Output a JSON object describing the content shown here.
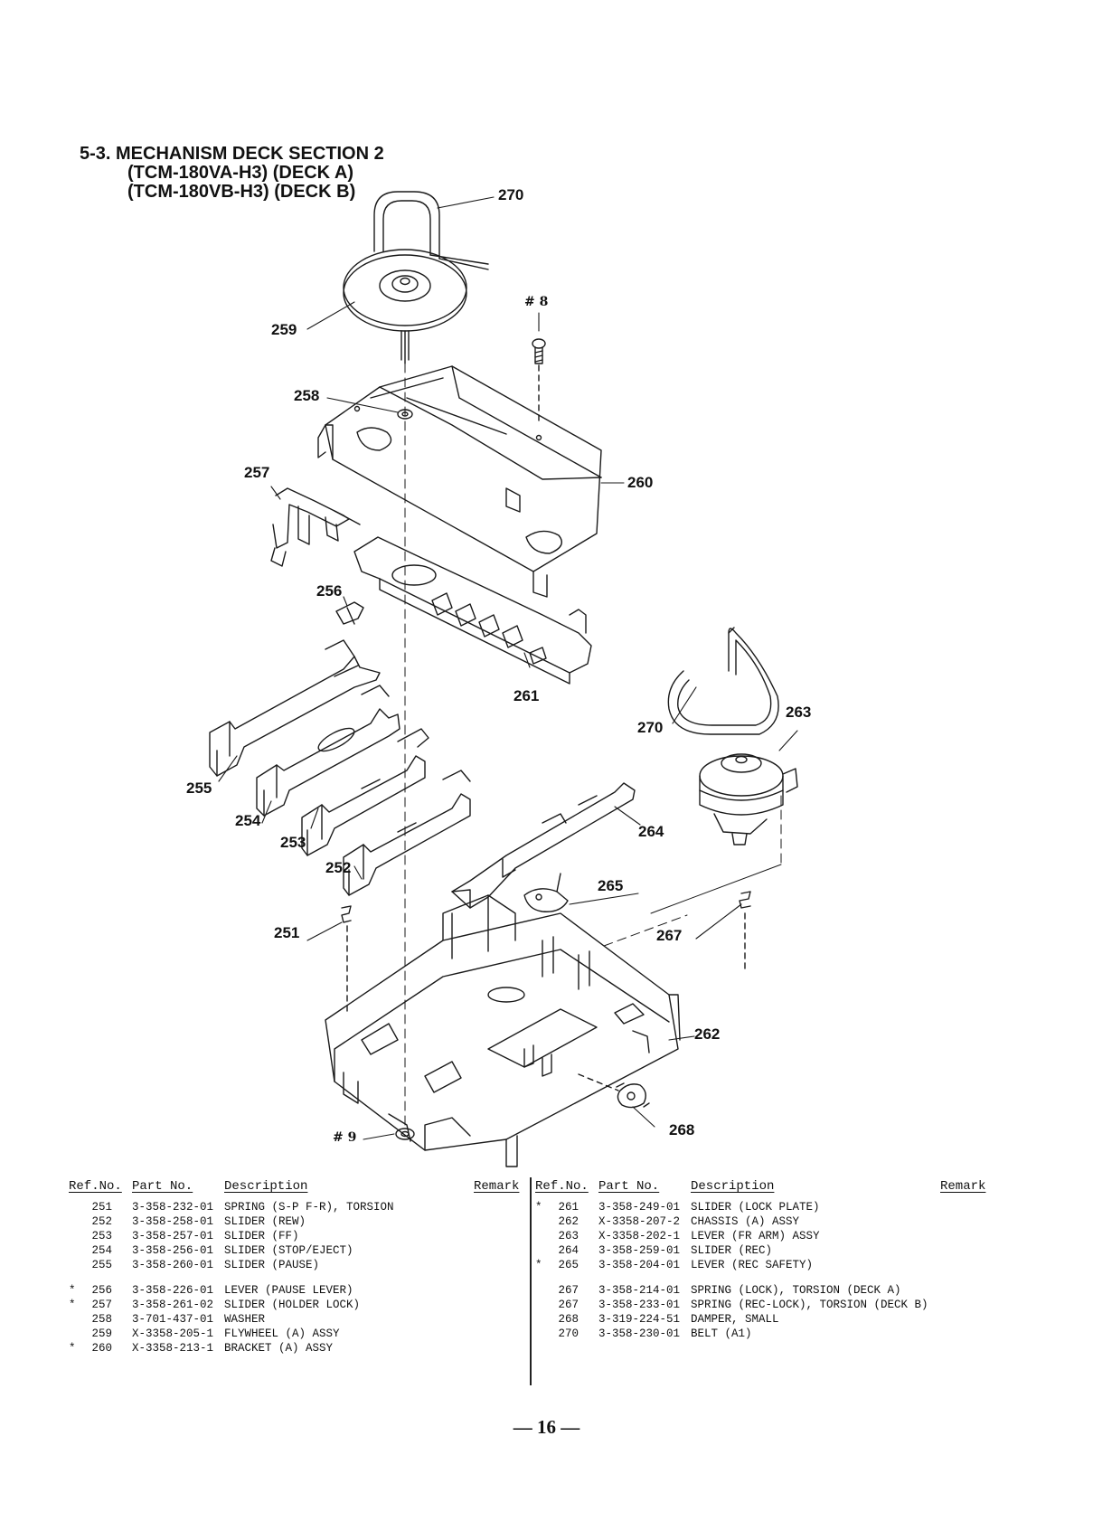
{
  "section": {
    "title": "5-3.  MECHANISM DECK SECTION 2",
    "model_a": "(TCM-180VA-H3) (DECK A)",
    "model_b": "(TCM-180VB-H3) (DECK B)"
  },
  "callouts": {
    "c270a": "270",
    "c259": "259",
    "c8": "# 8",
    "c258": "258",
    "c257": "257",
    "c260": "260",
    "c256": "256",
    "c261": "261",
    "c270b": "270",
    "c263": "263",
    "c255": "255",
    "c254": "254",
    "c253": "253",
    "c252": "252",
    "c264": "264",
    "c265": "265",
    "c251": "251",
    "c267": "267",
    "c262": "262",
    "c9": "# 9",
    "c268": "268"
  },
  "table_headers": {
    "ref": "Ref.No.",
    "part": "Part No.",
    "desc": "Description",
    "remark": "Remark"
  },
  "parts_left": [
    {
      "mark": "",
      "ref": "251",
      "part": "3-358-232-01",
      "desc": "SPRING (S-P F-R), TORSION"
    },
    {
      "mark": "",
      "ref": "252",
      "part": "3-358-258-01",
      "desc": "SLIDER (REW)"
    },
    {
      "mark": "",
      "ref": "253",
      "part": "3-358-257-01",
      "desc": "SLIDER (FF)"
    },
    {
      "mark": "",
      "ref": "254",
      "part": "3-358-256-01",
      "desc": "SLIDER (STOP/EJECT)"
    },
    {
      "mark": "",
      "ref": "255",
      "part": "3-358-260-01",
      "desc": "SLIDER (PAUSE)"
    },
    {
      "mark": "*",
      "ref": "256",
      "part": "3-358-226-01",
      "desc": "LEVER (PAUSE LEVER)"
    },
    {
      "mark": "*",
      "ref": "257",
      "part": "3-358-261-02",
      "desc": "SLIDER (HOLDER LOCK)"
    },
    {
      "mark": "",
      "ref": "258",
      "part": "3-701-437-01",
      "desc": "WASHER"
    },
    {
      "mark": "",
      "ref": "259",
      "part": "X-3358-205-1",
      "desc": "FLYWHEEL (A) ASSY"
    },
    {
      "mark": "*",
      "ref": "260",
      "part": "X-3358-213-1",
      "desc": "BRACKET (A) ASSY"
    }
  ],
  "parts_right": [
    {
      "mark": "*",
      "ref": "261",
      "part": "3-358-249-01",
      "desc": "SLIDER (LOCK PLATE)"
    },
    {
      "mark": "",
      "ref": "262",
      "part": "X-3358-207-2",
      "desc": "CHASSIS (A) ASSY"
    },
    {
      "mark": "",
      "ref": "263",
      "part": "X-3358-202-1",
      "desc": "LEVER (FR ARM) ASSY"
    },
    {
      "mark": "",
      "ref": "264",
      "part": "3-358-259-01",
      "desc": "SLIDER (REC)"
    },
    {
      "mark": "*",
      "ref": "265",
      "part": "3-358-204-01",
      "desc": "LEVER (REC SAFETY)"
    },
    {
      "mark": "",
      "ref": "267",
      "part": "3-358-214-01",
      "desc": "SPRING (LOCK), TORSION (DECK A)"
    },
    {
      "mark": "",
      "ref": "267",
      "part": "3-358-233-01",
      "desc": "SPRING (REC-LOCK), TORSION (DECK B)"
    },
    {
      "mark": "",
      "ref": "268",
      "part": "3-319-224-51",
      "desc": "DAMPER, SMALL"
    },
    {
      "mark": "",
      "ref": "270",
      "part": "3-358-230-01",
      "desc": "BELT (A1)"
    }
  ],
  "page_number": "— 16 —"
}
